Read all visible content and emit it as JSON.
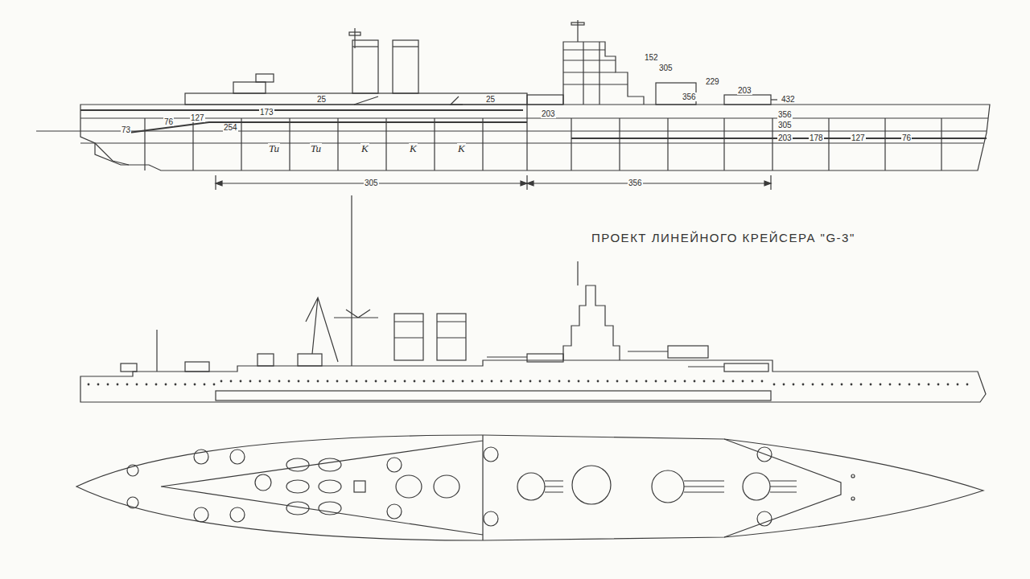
{
  "diagram": {
    "title": "ПРОЕКТ ЛИНЕЙНОГО КРЕЙСЕРА \"G-3\"",
    "labels": [
      "Tu",
      "Tu",
      "K",
      "K",
      "K",
      "25",
      "25",
      "73",
      "76",
      "127",
      "254",
      "173",
      "203",
      "152",
      "305",
      "229",
      "203",
      "432",
      "356",
      "356",
      "305",
      "203",
      "178",
      "127",
      "76",
      "305",
      "356"
    ]
  }
}
